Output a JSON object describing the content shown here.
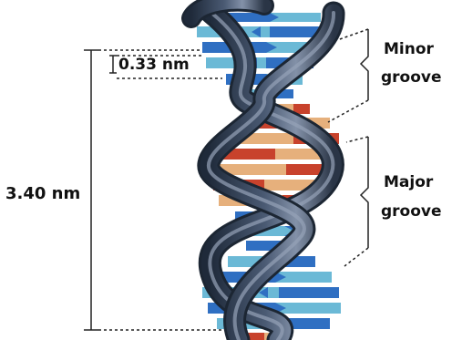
{
  "labels": {
    "helix_pitch": "3.40 nm",
    "base_pair_rise": "0.33 nm",
    "minor_groove_line1": "Minor",
    "minor_groove_line2": "groove",
    "major_groove_line1": "Major",
    "major_groove_line2": "groove"
  },
  "colors": {
    "backbone": "#2d3a4f",
    "backbone_highlight": "#7b8aa2",
    "base_blue": "#2f6fc2",
    "base_light_blue": "#6bb9d6",
    "base_orange": "#e6b07c",
    "base_red": "#c8422c",
    "dimension_line": "#222222"
  }
}
